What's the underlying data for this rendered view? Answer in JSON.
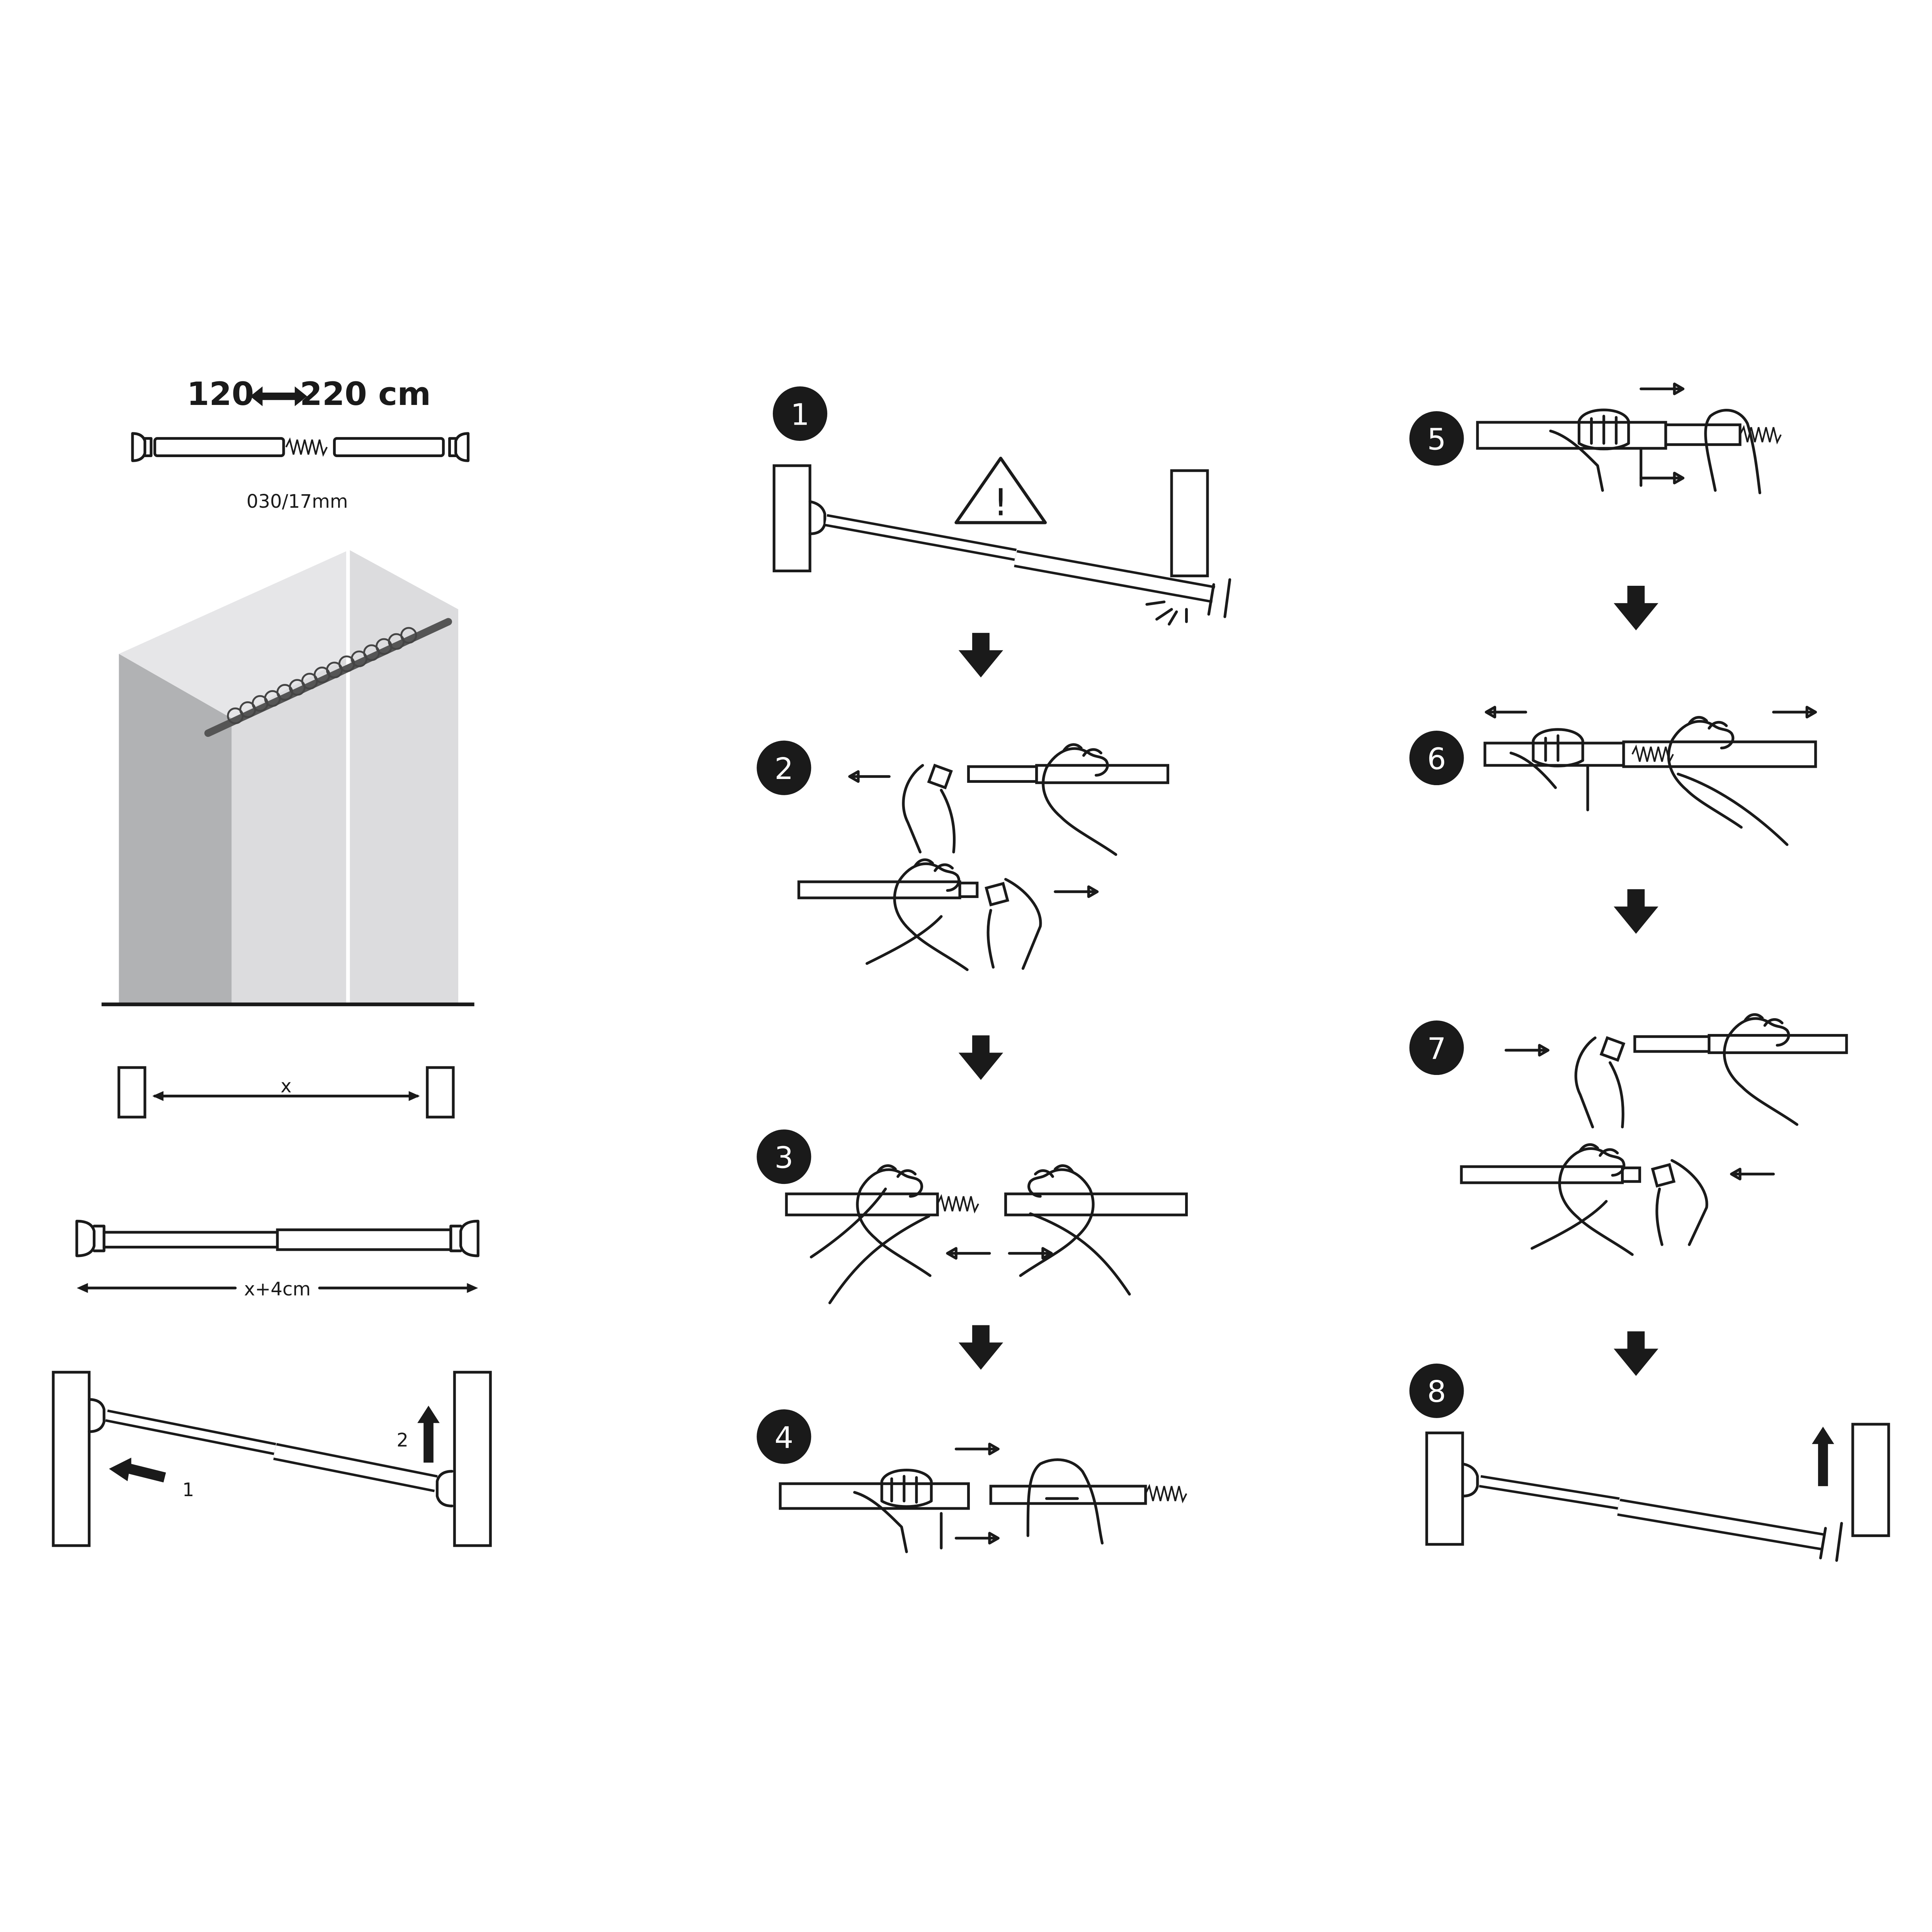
{
  "spec": {
    "min_length": "120",
    "max_length": "220 cm",
    "diameter": "030/17mm"
  },
  "measure": {
    "gap_label": "x",
    "rod_label": "x+4cm"
  },
  "install": {
    "push_label": "1",
    "lift_label": "2"
  },
  "warning": {
    "symbol": "!"
  },
  "steps": [
    "1",
    "2",
    "3",
    "4",
    "5",
    "6",
    "7",
    "8"
  ],
  "colors": {
    "ink": "#1a1a1a",
    "wall_dark": "#b1b2b4",
    "wall_light": "#dcdcde",
    "wall_top": "#e6e6e8"
  }
}
